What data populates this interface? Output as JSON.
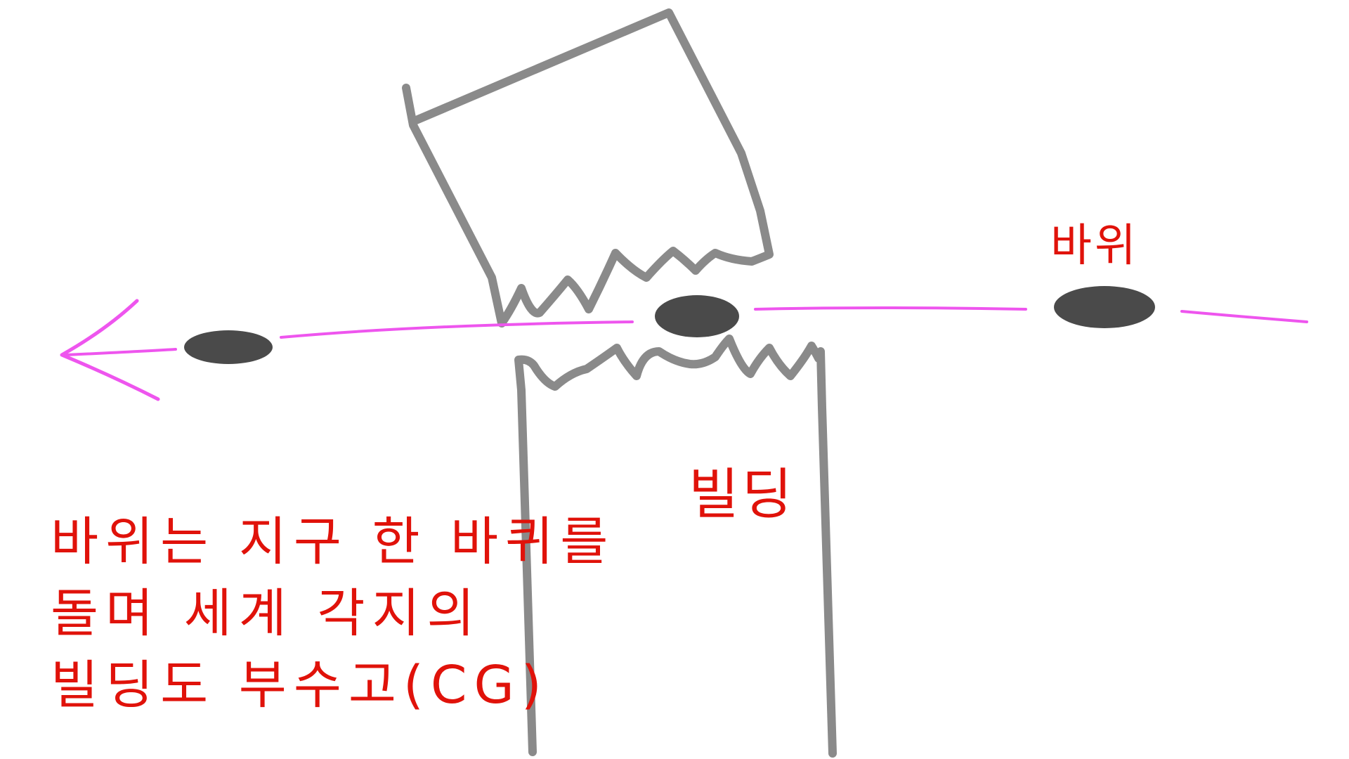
{
  "colors": {
    "background": "#ffffff",
    "outline": "#8a8a8a",
    "trajectory": "#ee55ee",
    "rock": "#4a4a4a",
    "annotation": "#e0120a"
  },
  "labels": {
    "rock": "바위",
    "building": "빌딩"
  },
  "caption": {
    "lines": [
      "바위는 지구 한 바퀴를",
      "돌며 세계 각지의",
      "빌딩도 부수고(CG)"
    ]
  },
  "icons": {
    "direction": "arrowhead-left-icon",
    "rock": "rock-blob-icon"
  }
}
